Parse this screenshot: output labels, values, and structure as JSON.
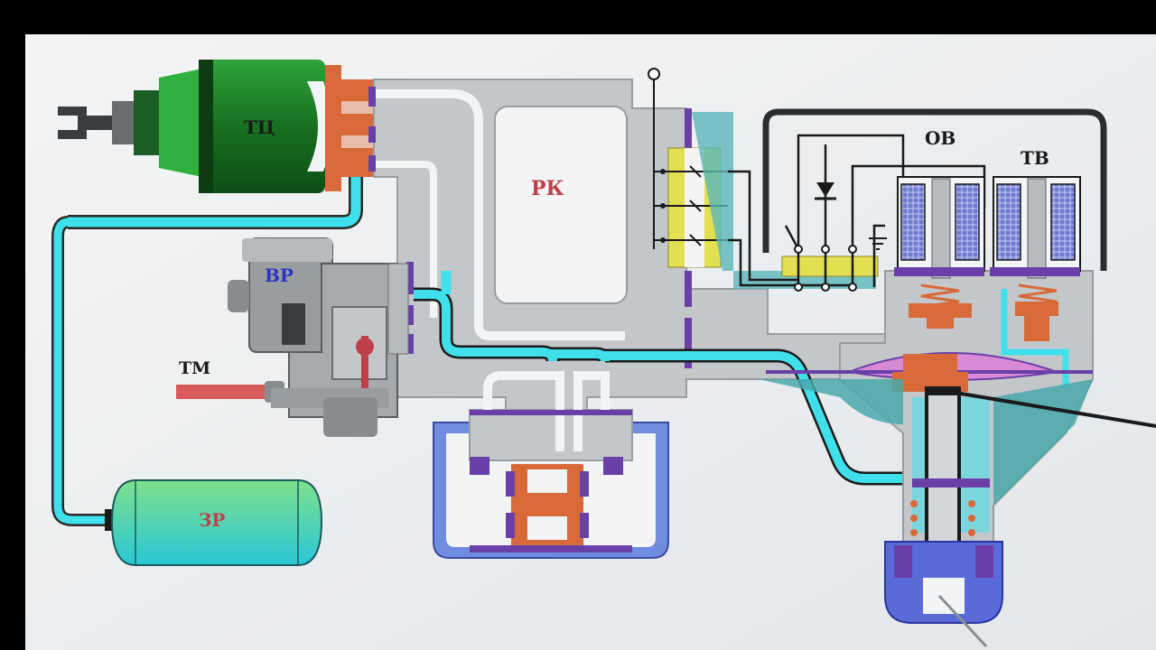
{
  "labels": {
    "tc": "ТЦ",
    "rk": "РК",
    "vr": "ВР",
    "tm": "ТМ",
    "zr": "ЗР",
    "ov": "ОВ",
    "tv": "ТВ"
  },
  "colors": {
    "background_frame": "#000000",
    "screen": "#eef1f3",
    "body_gray": "#c4c7c9",
    "air_channel": "#3fe0ec",
    "membrane_purple": "#6a3fa8",
    "piston_orange": "#d86a3a",
    "cylinder_green": "#1f8a2c",
    "reservoir_teal": "#3fcab0",
    "electric_yellow": "#e2e050",
    "coil_blue": "#5058b8",
    "brake_line_red": "#d85a5a",
    "text_red": "#c0404a",
    "text_blue": "#2a34c0",
    "text_dark": "#1a1a1a"
  }
}
